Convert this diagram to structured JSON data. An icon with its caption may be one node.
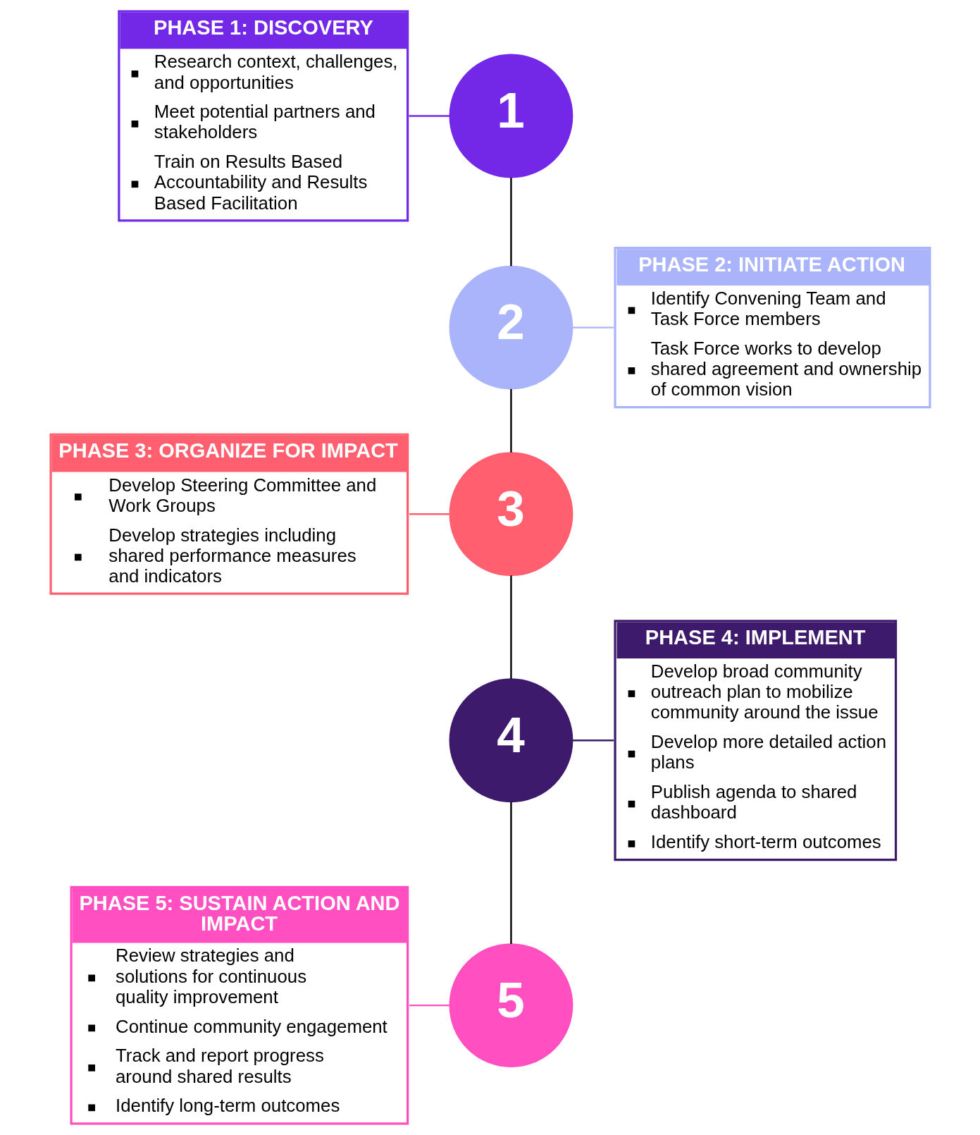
{
  "diagram": {
    "nodes": [
      {
        "text": [
          "PHASE 1: DISCOVERY",
          "Research context, challenges, and opportunities",
          "Meet potential partners and stakeholders",
          "Train on Results Based Accountability and Results Based Facilitation"
        ]
      },
      {
        "text": [
          "1"
        ]
      },
      {
        "text": [
          "2"
        ]
      },
      {
        "text": [
          "PHASE 2: INITIATE ACTION",
          "Identify Convening Team and Task Force members",
          "Task Force works to develop shared agreement and ownership of common vision"
        ]
      },
      {
        "text": [
          "PHASE 3: ORGANIZE FOR IMPACT",
          "Develop Steering Committee and Work Groups",
          "Develop strategies including shared performance measures and indicators"
        ]
      },
      {
        "text": [
          "3"
        ]
      },
      {
        "text": [
          "4"
        ]
      },
      {
        "text": [
          "PHASE 4: IMPLEMENT",
          "Develop broad community outreach plan to mobilize community around the issue",
          "Develop more detailed action plans",
          "Publish agenda to shared dashboard",
          "Identify short-term outcomes"
        ]
      },
      {
        "text": [
          "5"
        ]
      },
      {
        "text": [
          "PHASE 5: SUSTAIN ACTION AND IMPACT",
          "Review strategies and solutions for continuous quality improvement",
          "Continue community engagement",
          "Track and report progress around shared results",
          "Identify long-term outcomes"
        ]
      }
    ],
    "edges": [
      {
        "from": 0,
        "to": 1,
        "arrow": "none",
        "color": "#7328e8"
      },
      {
        "from": 1,
        "to": 2,
        "arrow": "none"
      },
      {
        "from": 2,
        "to": 3,
        "arrow": "none",
        "color": "#aab4fb"
      },
      {
        "from": 2,
        "to": 5,
        "arrow": "none"
      },
      {
        "from": 4,
        "to": 5,
        "arrow": "none",
        "color": "#ff5f6e"
      },
      {
        "from": 5,
        "to": 6,
        "arrow": "none"
      },
      {
        "from": 6,
        "to": 7,
        "arrow": "none",
        "color": "#3d1a6b"
      },
      {
        "from": 6,
        "to": 8,
        "arrow": "none"
      },
      {
        "from": 9,
        "to": 8,
        "arrow": "none",
        "color": "#ff4fc0"
      }
    ]
  }
}
